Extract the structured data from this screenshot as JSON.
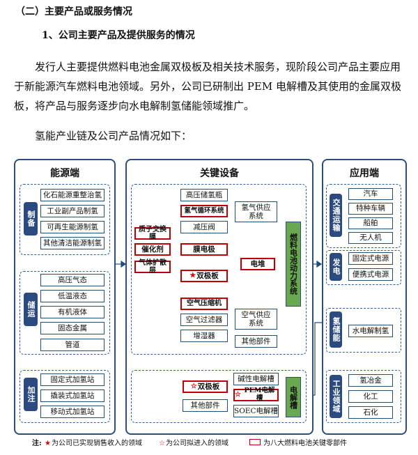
{
  "headings": {
    "section": "（二）主要产品或服务情况",
    "subsection": "1、公司主要产品及提供服务的情况"
  },
  "paragraph": "发行人主要提供燃料电池金属双极板及相关技术服务，现阶段公司产品主要应用于新能源汽车燃料电池领域。另外，公司已研制出 PEM 电解槽及其使用的金属双极板，将产品与服务逐步向水电解制氢储能领域推广。",
  "intro": "氢能产业链及公司产品情况如下：",
  "diagram": {
    "energy": {
      "title": "能源端",
      "make": {
        "label": "制备",
        "items": [
          "化石能源重整治氢",
          "工业副产品制氢",
          "可再生能源制氢",
          "其他清洁能源制氢"
        ]
      },
      "store": {
        "label": "储运",
        "items": [
          "高压气态",
          "低温液态",
          "有机液体",
          "固态金属",
          "管道"
        ]
      },
      "fill": {
        "label": "加注",
        "items": [
          "固定式加氢站",
          "撬装式加氢站",
          "移动式加氢站"
        ]
      }
    },
    "key": {
      "title": "关键设备",
      "fc_left": [
        "质子交换膜",
        "催化剂",
        "气体扩散层"
      ],
      "fc_mid": [
        "高压储氢瓶",
        "氢气循环系统",
        "减压阀",
        "膜电极",
        "双极板",
        "空气压缩机",
        "空气过滤器",
        "增湿器"
      ],
      "fc_right": [
        "氢气供应系统",
        "电堆",
        "空气供应系统",
        "其他部件"
      ],
      "fc_system": "燃料电池动力系统",
      "el_mid": [
        "双极板",
        "其他部件"
      ],
      "el_right": [
        "碱性电解槽",
        "PEM电解槽",
        "SOEC电解槽"
      ],
      "el_system": "电解槽"
    },
    "app": {
      "title": "应用端",
      "transport": {
        "label": "交通运输",
        "items": [
          "汽车",
          "特种车辆",
          "船舶",
          "无人机"
        ]
      },
      "power": {
        "label": "发电",
        "items": [
          "固定式电源",
          "便携式电源"
        ]
      },
      "storage": {
        "label": "氢储能",
        "items": [
          "水电解制氢"
        ]
      },
      "industry": {
        "label": "工业领域",
        "items": [
          "氢冶金",
          "化工",
          "石化"
        ]
      }
    }
  },
  "legend": {
    "prefix": "注:",
    "solid_star": "为公司已实现销售收入的领域",
    "hollow_star": "为公司拟进入的领域",
    "red_box": "为八大燃料电池关键零部件"
  },
  "colors": {
    "navy": "#2b4a80",
    "green": "#6aa84f",
    "red": "#c00000"
  }
}
